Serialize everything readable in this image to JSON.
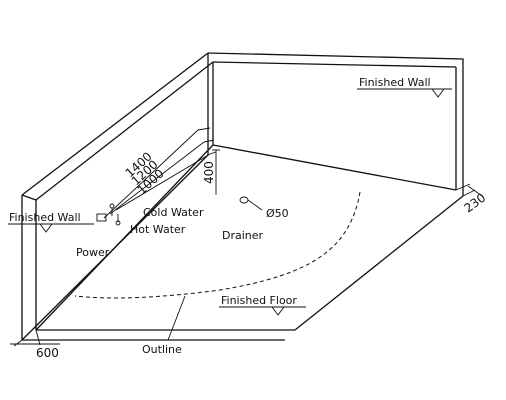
{
  "labels": {
    "finished_wall_right": "Finished Wall",
    "finished_wall_left": "Finished Wall",
    "finished_floor": "Finished Floor",
    "cold_water": "Cold Water",
    "hot_water": "Hot Water",
    "power": "Power",
    "drainer": "Drainer",
    "drain_diameter": "Ø50",
    "outline": "Outline"
  },
  "dimensions": {
    "d1400": "1400",
    "d1200": "1200",
    "d1000": "1000",
    "d400": "400",
    "d230": "230",
    "d600": "600"
  }
}
